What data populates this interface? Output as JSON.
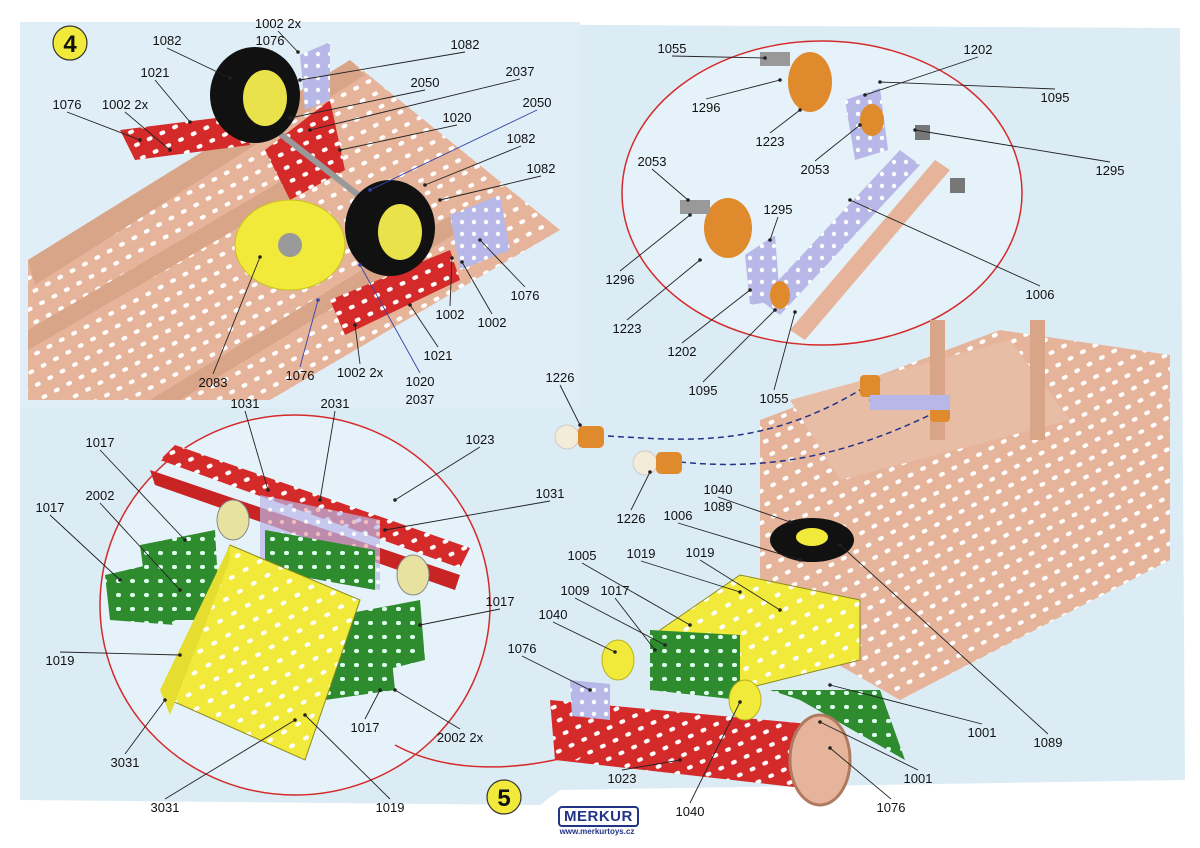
{
  "steps": {
    "step4": "4",
    "step5": "5"
  },
  "logo": {
    "brand": "MERKUR",
    "url": "www.merkurtoys.cz"
  },
  "colors": {
    "background": "#dcecf5",
    "metal_tan": "#e6b49a",
    "red": "#d42a2a",
    "yellow": "#f2ea3a",
    "green": "#2e8b2e",
    "lavender": "#b8b8e8",
    "callout_circle": "#d42a2a"
  },
  "labels": [
    {
      "text": "1082"
    },
    {
      "text": "1002 2x"
    },
    {
      "text": "1076"
    },
    {
      "text": "1082"
    },
    {
      "text": "1021"
    },
    {
      "text": "2050"
    },
    {
      "text": "2037"
    },
    {
      "text": "1076"
    },
    {
      "text": "1002 2x"
    },
    {
      "text": "2050"
    },
    {
      "text": "1020"
    },
    {
      "text": "1082"
    },
    {
      "text": "1082"
    },
    {
      "text": "1076"
    },
    {
      "text": "1002"
    },
    {
      "text": "1002"
    },
    {
      "text": "1021"
    },
    {
      "text": "1076"
    },
    {
      "text": "1002 2x"
    },
    {
      "text": "1020"
    },
    {
      "text": "2037"
    },
    {
      "text": "2083"
    },
    {
      "text": "1055"
    },
    {
      "text": "1202"
    },
    {
      "text": "1296"
    },
    {
      "text": "1095"
    },
    {
      "text": "1223"
    },
    {
      "text": "2053"
    },
    {
      "text": "1295"
    },
    {
      "text": "2053"
    },
    {
      "text": "1295"
    },
    {
      "text": "1296"
    },
    {
      "text": "1006"
    },
    {
      "text": "1223"
    },
    {
      "text": "1202"
    },
    {
      "text": "1095"
    },
    {
      "text": "1055"
    },
    {
      "text": "1226"
    },
    {
      "text": "1226"
    },
    {
      "text": "1040"
    },
    {
      "text": "1089"
    },
    {
      "text": "1006"
    },
    {
      "text": "1005"
    },
    {
      "text": "1019"
    },
    {
      "text": "1019"
    },
    {
      "text": "1009"
    },
    {
      "text": "1017"
    },
    {
      "text": "1040"
    },
    {
      "text": "1076"
    },
    {
      "text": "1001"
    },
    {
      "text": "1089"
    },
    {
      "text": "1001"
    },
    {
      "text": "1076"
    },
    {
      "text": "1023"
    },
    {
      "text": "1040"
    },
    {
      "text": "1031"
    },
    {
      "text": "2031"
    },
    {
      "text": "1023"
    },
    {
      "text": "1017"
    },
    {
      "text": "1031"
    },
    {
      "text": "2002"
    },
    {
      "text": "1017"
    },
    {
      "text": "1017"
    },
    {
      "text": "1019"
    },
    {
      "text": "1017"
    },
    {
      "text": "2002 2x"
    },
    {
      "text": "3031"
    },
    {
      "text": "3031"
    },
    {
      "text": "1019"
    }
  ]
}
